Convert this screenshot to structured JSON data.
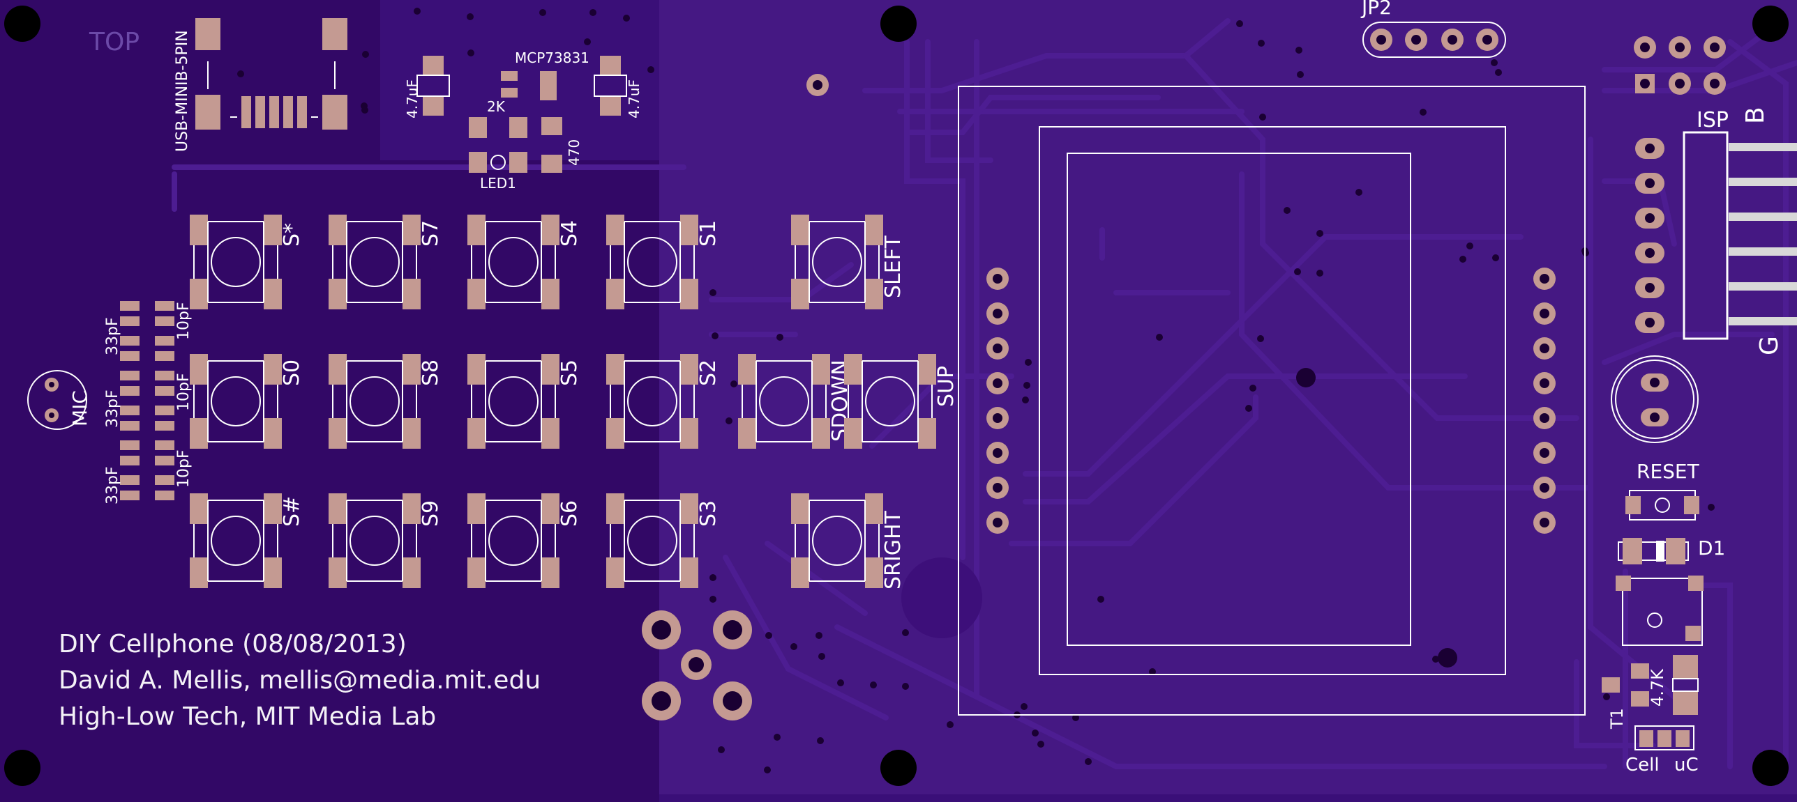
{
  "labels": {
    "top": "TOP",
    "usb": "USB-MINIB-5PIN",
    "mcp": "MCP73831",
    "cap_left": "4.7uF",
    "cap_right": "4.7uF",
    "res_2k": "2K",
    "res_470": "470",
    "led1": "LED1",
    "jp2": "JP2",
    "isp": "ISP",
    "isp_b": "B",
    "isp_g": "G",
    "reset": "RESET",
    "d1": "D1",
    "t1": "T1",
    "r_4k7": "4.7K",
    "cell": "Cell",
    "uc": "uC",
    "mic": "MIC",
    "cap33_1": "33pF",
    "cap10_1": "10pF",
    "cap33_2": "33pF",
    "cap10_2": "10pF",
    "cap33_3": "33pF",
    "cap10_3": "10pF"
  },
  "buttons": {
    "s_star": "S*",
    "s7": "S7",
    "s4": "S4",
    "s1": "S1",
    "sleft": "SLEFT",
    "s0": "S0",
    "s8": "S8",
    "s5": "S5",
    "s2": "S2",
    "sdown": "SDOWN",
    "sup": "SUP",
    "s_hash": "S#",
    "s9": "S9",
    "s6": "S6",
    "s3": "S3",
    "sright": "SRIGHT"
  },
  "credits": {
    "line1": "DIY Cellphone (08/08/2013)",
    "line2": "David A. Mellis, mellis@media.mit.edu",
    "line3": "High-Low Tech, MIT Media Lab"
  },
  "colors": {
    "board": "#3f1380",
    "board_dark": "#320866",
    "pad": "#c49a92",
    "trace": "#4a1a8c",
    "silkscreen": "#ffffff"
  }
}
